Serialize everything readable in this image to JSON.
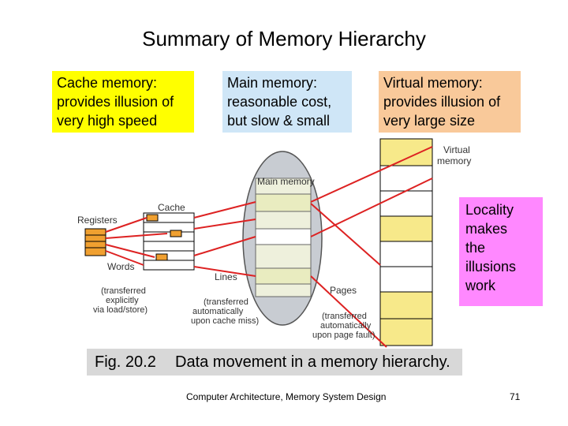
{
  "title": "Summary of Memory Hierarchy",
  "boxes": {
    "cache": [
      "Cache memory:",
      "provides illusion of",
      "very high speed"
    ],
    "main": [
      "Main memory:",
      "reasonable cost,",
      "but slow & small"
    ],
    "virtual": [
      "Virtual memory:",
      "provides illusion of",
      "very large size"
    ],
    "locality": [
      "Locality",
      "makes",
      "the",
      "illusions",
      "work"
    ]
  },
  "diagram": {
    "registers": "Registers",
    "cache": "Cache",
    "words": "Words",
    "words_note": [
      "(transferred",
      "explicitly",
      "via load/store)"
    ],
    "main_memory": "Main memory",
    "lines": "Lines",
    "lines_note": [
      "(transferred",
      "automatically",
      "upon cache miss)"
    ],
    "pages": "Pages",
    "pages_note": [
      "(transferred",
      "automatically",
      "upon page fault)"
    ],
    "virtual_memory": [
      "Virtual",
      "memory"
    ]
  },
  "caption": {
    "number": "Fig. 20.2",
    "text": "Data movement in a memory hierarchy."
  },
  "footer": {
    "left": "Computer Architecture, Memory System Design",
    "right": "71"
  },
  "colors": {
    "cache_box": "#ffff00",
    "main_box": "#cfe6f7",
    "virtual_box": "#f9c99a",
    "locality_box": "#ff88ff",
    "arrow": "#dd2222",
    "highlight": "#f7e98a",
    "register_fill": "#f0a030"
  }
}
